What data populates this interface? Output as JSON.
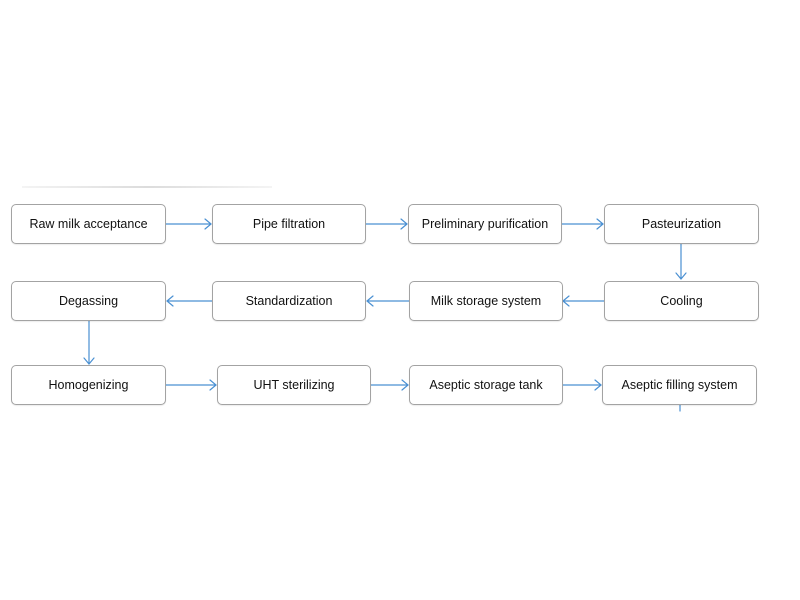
{
  "steps": [
    "Raw milk acceptance",
    "Pipe filtration",
    "Preliminary purification",
    "Pasteurization",
    "Cooling",
    "Milk storage system",
    "Standardization",
    "Degassing",
    "Homogenizing",
    "UHT sterilizing",
    "Aseptic storage tank",
    "Aseptic filling system"
  ],
  "colors": {
    "arrow": "#4a90d2",
    "box_border": "#a3a3a3",
    "text": "#111111"
  }
}
